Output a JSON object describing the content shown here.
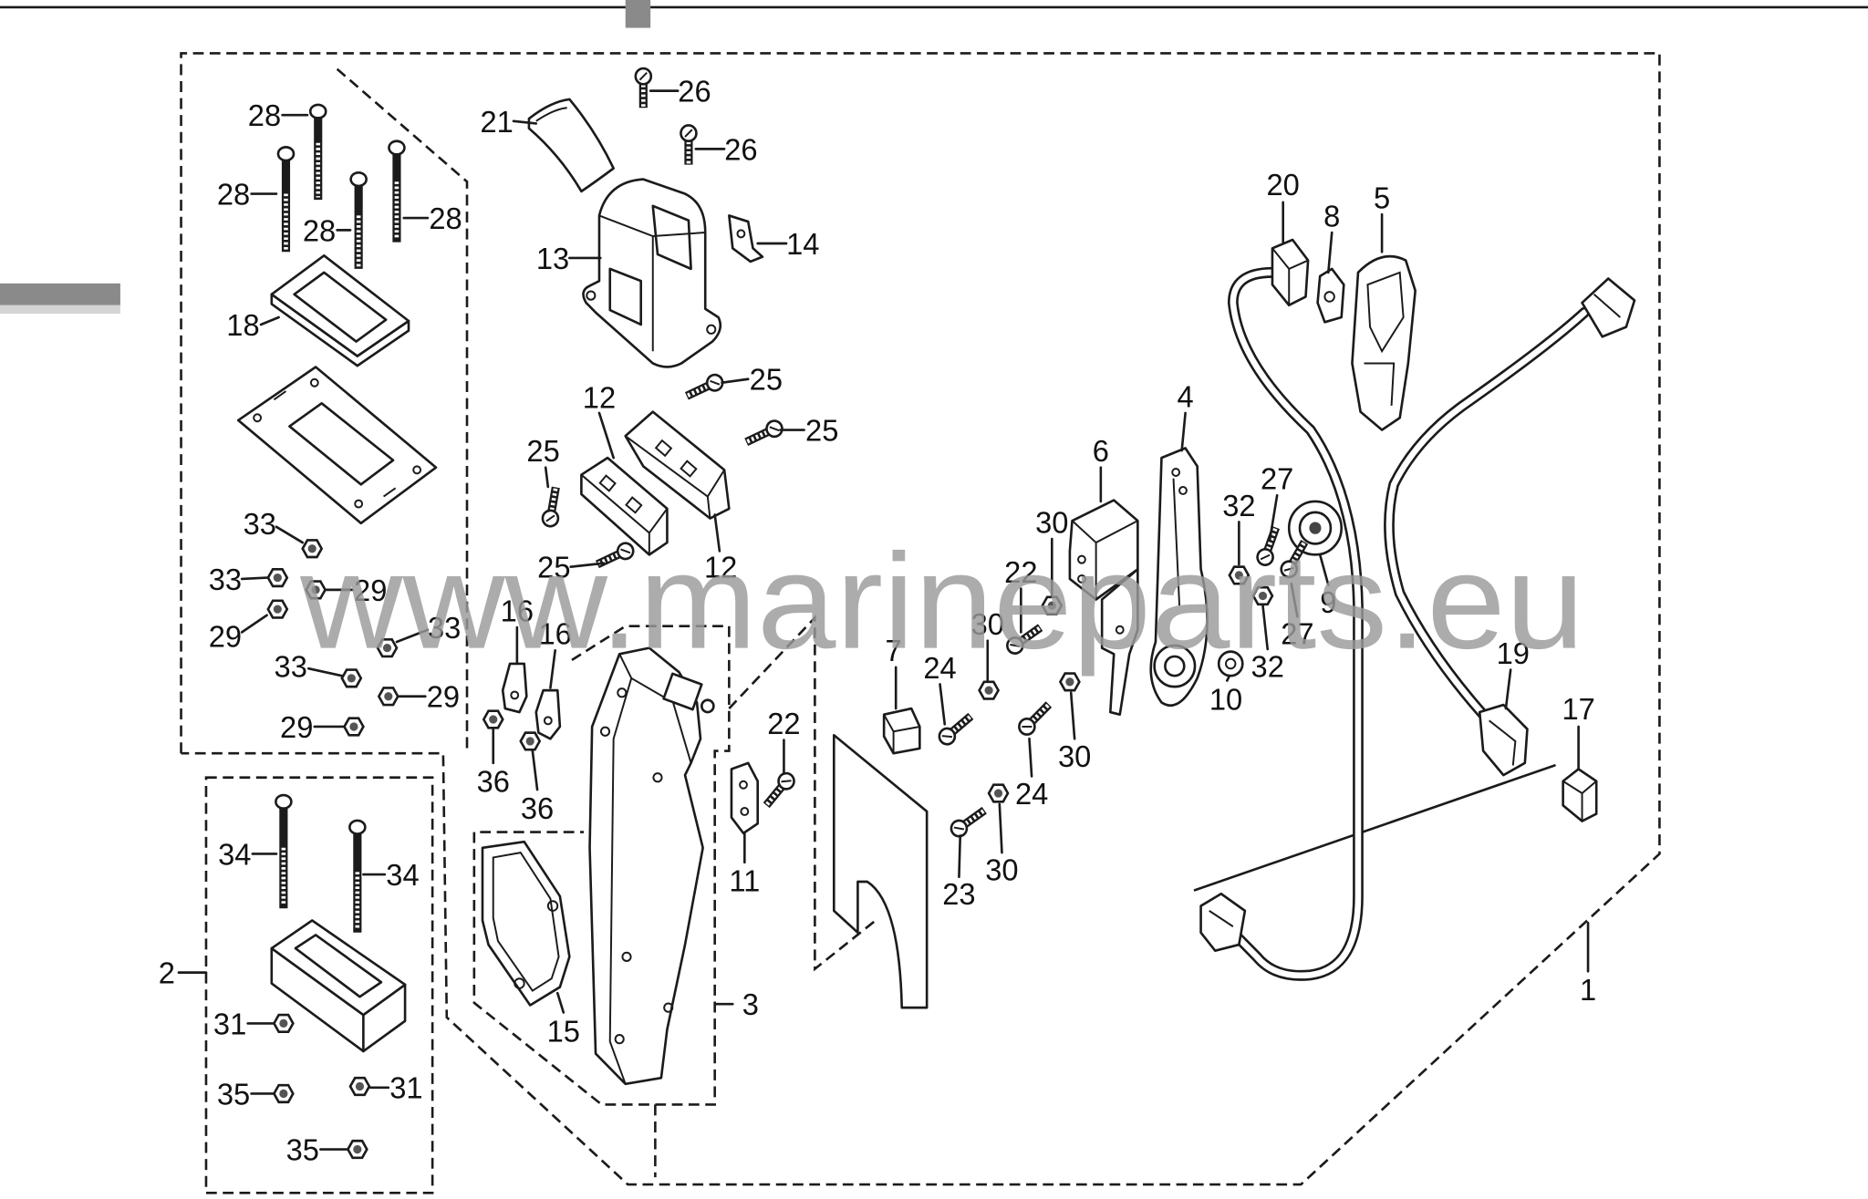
{
  "watermark": "www.marineparts.eu",
  "callouts": [
    "28",
    "28",
    "28",
    "28",
    "18",
    "33",
    "33",
    "29",
    "29",
    "33",
    "33",
    "29",
    "29",
    "34",
    "34",
    "2",
    "31",
    "31",
    "35",
    "35",
    "21",
    "26",
    "26",
    "13",
    "14",
    "25",
    "25",
    "25",
    "12",
    "12",
    "25",
    "16",
    "16",
    "36",
    "36",
    "15",
    "3",
    "11",
    "22",
    "7",
    "24",
    "30",
    "22",
    "30",
    "6",
    "24",
    "30",
    "23",
    "30",
    "4",
    "32",
    "27",
    "9",
    "27",
    "32",
    "10",
    "20",
    "8",
    "5",
    "19",
    "17",
    "1"
  ],
  "colors": {
    "line": "#1b1b1b",
    "watermark": "#9a9a9a",
    "background": "#ffffff"
  }
}
